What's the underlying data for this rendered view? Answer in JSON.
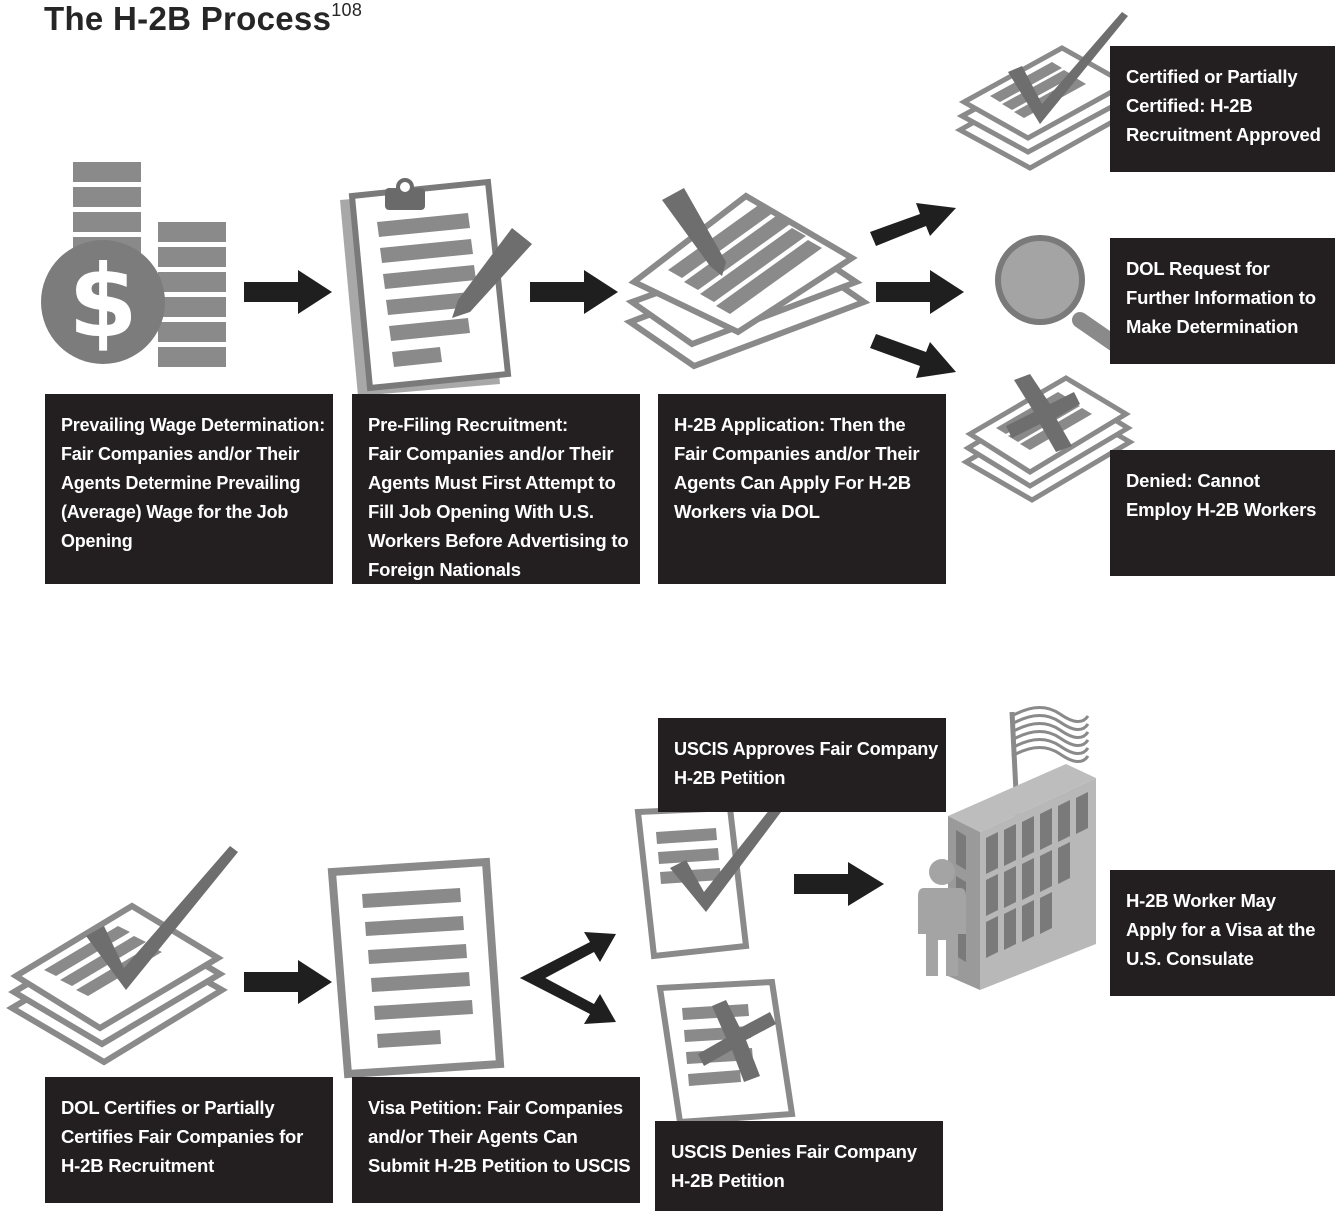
{
  "title": {
    "text": "The H-2B Process",
    "footnote": "108"
  },
  "colors": {
    "box_bg": "#231f20",
    "icon_gray": "#7a7a7a",
    "icon_light": "#a8a8a8",
    "arrow": "#1f1f1f"
  },
  "steps": {
    "wage": [
      "Prevailing Wage Determination:",
      "Fair Companies and/or Their",
      "Agents Determine Prevailing",
      "(Average) Wage for the Job",
      "Opening"
    ],
    "prefiling": [
      "Pre-Filing Recruitment:",
      "Fair Companies and/or Their",
      "Agents Must First Attempt to",
      "Fill Job Opening With U.S.",
      "Workers Before Advertising to",
      "Foreign Nationals"
    ],
    "application": [
      "H-2B Application: Then the",
      "Fair Companies and/or Their",
      "Agents Can Apply For H-2B",
      "Workers via DOL"
    ],
    "certified": [
      "Certified or Partially",
      "Certified: H-2B",
      "Recruitment Approved"
    ],
    "request": [
      "DOL Request for",
      "Further Information to",
      "Make Determination"
    ],
    "denied": [
      "Denied: Cannot",
      "Employ H-2B Workers"
    ],
    "dol_certifies": [
      "DOL Certifies or Partially",
      "Certifies Fair Companies for",
      "H-2B Recruitment"
    ],
    "visa_petition": [
      "Visa Petition: Fair Companies",
      "and/or Their Agents Can",
      "Submit H-2B Petition to USCIS"
    ],
    "uscis_approves": [
      "USCIS Approves Fair Company",
      "H-2B Petition"
    ],
    "uscis_denies": [
      "USCIS Denies Fair Company",
      "H-2B Petition"
    ],
    "worker_visa": [
      "H-2B Worker May",
      "Apply for a Visa at the",
      "U.S. Consulate"
    ]
  },
  "icons": [
    "dollar-coins-icon",
    "clipboard-pencil-icon",
    "papers-pencil-icon",
    "papers-checkmark-icon",
    "magnifier-icon",
    "papers-x-icon",
    "document-icon",
    "document-checkmark-icon",
    "document-x-icon",
    "building-flag-icon",
    "person-icon"
  ]
}
